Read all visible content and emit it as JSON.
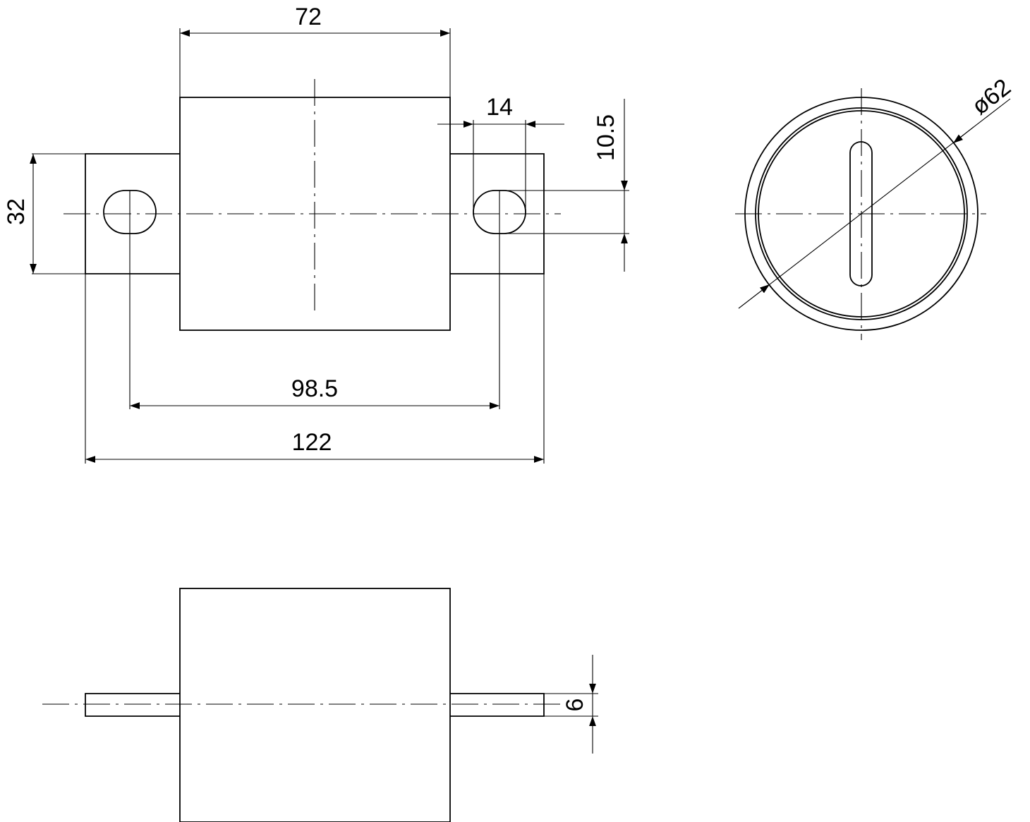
{
  "drawing": {
    "dimensions": {
      "body_length": "72",
      "terminal_width": "32",
      "slot_length": "14",
      "slot_width": "10.5",
      "hole_spacing": "98.5",
      "overall_length": "122",
      "body_diameter": "ø62",
      "terminal_thickness": "6"
    }
  }
}
